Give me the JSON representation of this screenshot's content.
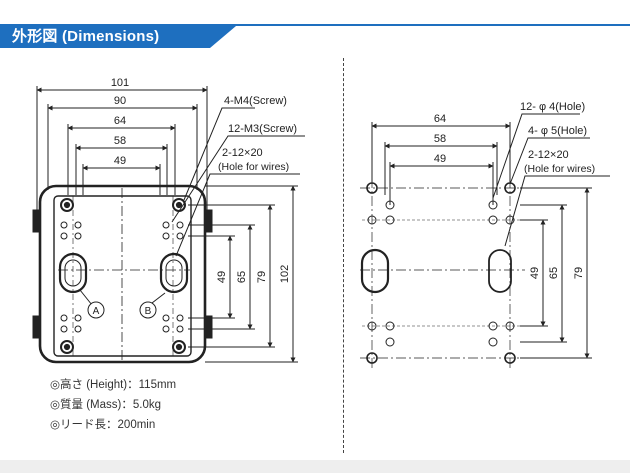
{
  "header": {
    "title": "外形図 (Dimensions)",
    "bar_color": "#1e6fbf"
  },
  "left_drawing": {
    "dims": {
      "w101": "101",
      "w90": "90",
      "w64": "64",
      "w58": "58",
      "w49": "49",
      "h49": "49",
      "h65": "65",
      "h79": "79",
      "h102": "102"
    },
    "callouts": {
      "screw_m4": "4-M4(Screw)",
      "screw_m3": "12-M3(Screw)",
      "wire_holes": "2-12×20",
      "wire_holes_desc": "(Hole for wires)"
    },
    "markers": {
      "a": "A",
      "b": "B"
    }
  },
  "right_drawing": {
    "dims": {
      "w64": "64",
      "w58": "58",
      "w49": "49",
      "h49": "49",
      "h65": "65",
      "h79": "79"
    },
    "callouts": {
      "holes_phi4": "12- φ 4(Hole)",
      "holes_phi5": "4- φ 5(Hole)",
      "wire_holes": "2-12×20",
      "wire_holes_desc": "(Hole for wires)"
    }
  },
  "specs": [
    "◎高さ (Height)：115mm",
    "◎質量 (Mass)：5.0kg",
    "◎リード長：200min"
  ]
}
